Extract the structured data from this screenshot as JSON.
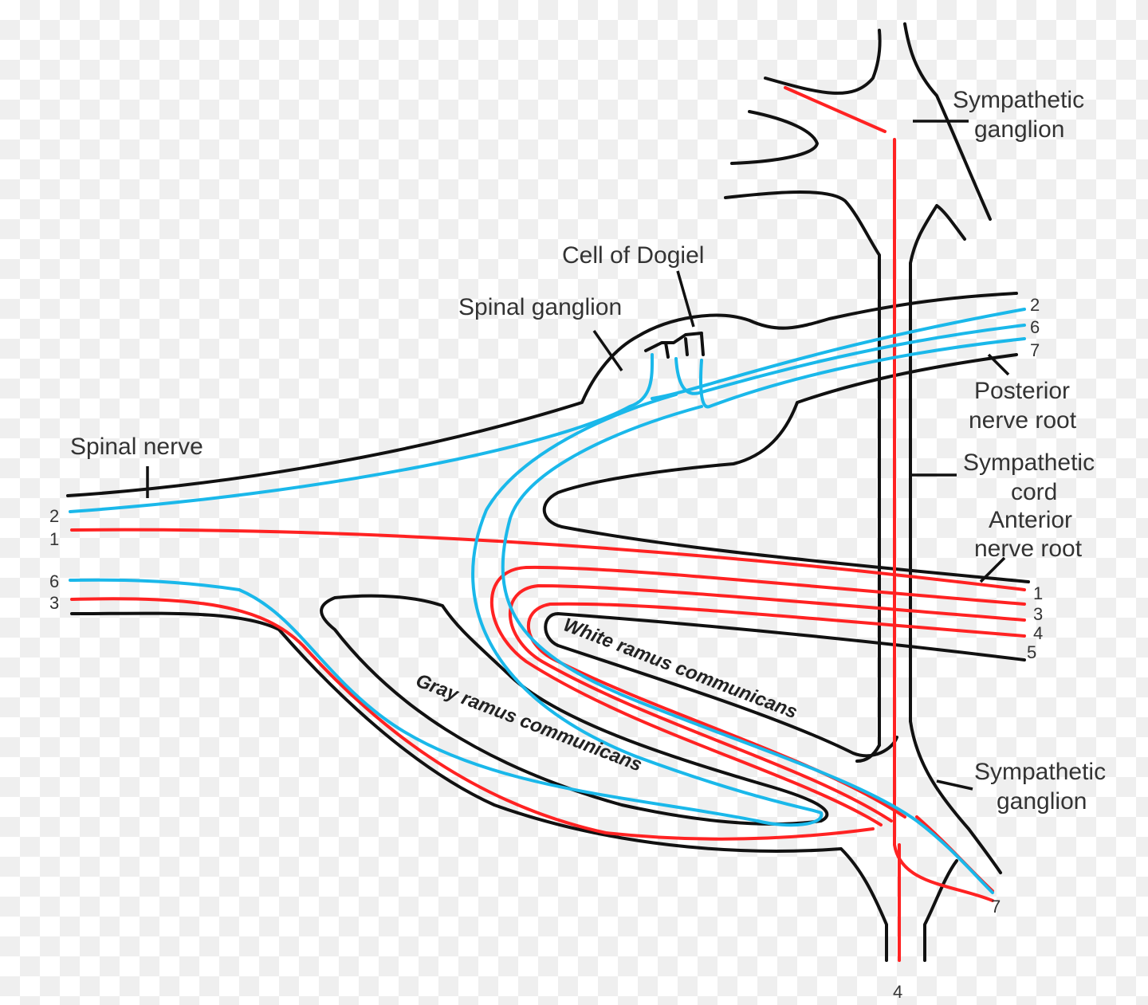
{
  "labels": {
    "sympathetic_ganglion_top": [
      "Sympathetic",
      "ganglion"
    ],
    "cell_of_dogiel": "Cell of Dogiel",
    "spinal_ganglion": "Spinal ganglion",
    "spinal_nerve": "Spinal nerve",
    "posterior_nerve_root": [
      "Posterior",
      "nerve root"
    ],
    "sympathetic_cord": [
      "Sympathetic",
      "cord"
    ],
    "anterior_nerve_root": [
      "Anterior",
      "nerve root"
    ],
    "sympathetic_ganglion_bottom": [
      "Sympathetic",
      "ganglion"
    ],
    "white_ramus": "White ramus communicans",
    "gray_ramus": "Gray ramus communicans"
  },
  "numbers": {
    "spinal_nerve_left": [
      "2",
      "1",
      "6",
      "3"
    ],
    "posterior_root_right": [
      "2",
      "6",
      "7"
    ],
    "anterior_root_right": [
      "1",
      "3",
      "4",
      "5"
    ],
    "bottom_right": "7",
    "bottom": "4"
  },
  "colors": {
    "efferent_fiber": "#ff2222",
    "afferent_fiber": "#1ab8ea",
    "outline": "#111111"
  }
}
